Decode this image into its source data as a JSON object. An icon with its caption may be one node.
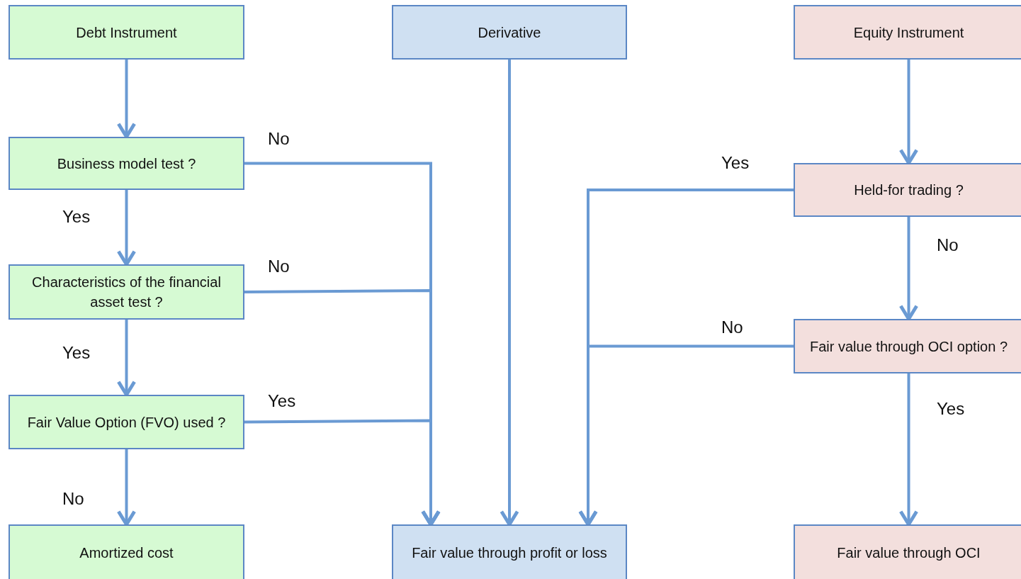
{
  "diagram": {
    "nodes": [
      {
        "text": [
          "Debt Instrument"
        ]
      },
      {
        "text": [
          "Derivative"
        ]
      },
      {
        "text": [
          "Equity Instrument"
        ]
      },
      {
        "text": [
          "Business model test ?"
        ]
      },
      {
        "text": [
          "Characteristics of the financial asset test ?"
        ]
      },
      {
        "text": [
          "Fair Value Option (FVO) used ?"
        ]
      },
      {
        "text": [
          "Amortized cost"
        ]
      },
      {
        "text": [
          "Fair value through profit or loss"
        ]
      },
      {
        "text": [
          "Held-for trading ?"
        ]
      },
      {
        "text": [
          "Fair value through OCI option ?"
        ]
      },
      {
        "text": [
          "Fair value through OCI"
        ]
      }
    ],
    "edges": [
      {
        "from": 0,
        "to": 3,
        "arrow": "to"
      },
      {
        "from": 3,
        "to": 4,
        "arrow": "to",
        "label": "Yes"
      },
      {
        "from": 4,
        "to": 5,
        "arrow": "to",
        "label": "Yes"
      },
      {
        "from": 5,
        "to": 6,
        "arrow": "to",
        "label": "No"
      },
      {
        "from": 3,
        "to": 7,
        "arrow": "to",
        "label": "No"
      },
      {
        "from": 4,
        "to": 7,
        "arrow": "to",
        "label": "No"
      },
      {
        "from": 5,
        "to": 7,
        "arrow": "to",
        "label": "Yes"
      },
      {
        "from": 1,
        "to": 7,
        "arrow": "to"
      },
      {
        "from": 2,
        "to": 8,
        "arrow": "to"
      },
      {
        "from": 8,
        "to": 9,
        "arrow": "to",
        "label": "No"
      },
      {
        "from": 9,
        "to": 10,
        "arrow": "to",
        "label": "Yes"
      },
      {
        "from": 8,
        "to": 7,
        "arrow": "to",
        "label": "Yes"
      },
      {
        "from": 9,
        "to": 7,
        "arrow": "to",
        "label": "No"
      }
    ]
  }
}
